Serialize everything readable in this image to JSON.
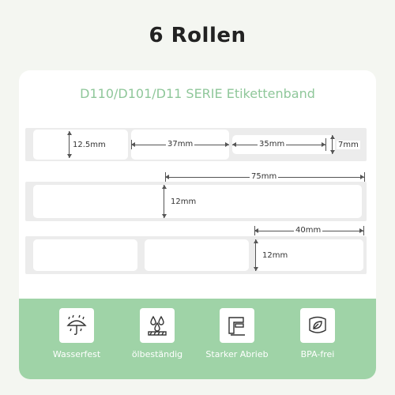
{
  "header": {
    "title": "6 Rollen"
  },
  "card": {
    "subtitle": "D110/D101/D11 SERIE Etikettenband"
  },
  "dimensions": {
    "row1_height": "12.5mm",
    "row1_label_width": "37mm",
    "row1_gap_width": "35mm",
    "row1_tape_height": "7mm",
    "row2_width": "75mm",
    "row2_height": "12mm",
    "row3_width": "40mm",
    "row3_height": "12mm"
  },
  "features": [
    {
      "icon": "umbrella-rain-icon",
      "label": "Wasserfest"
    },
    {
      "icon": "oil-drops-icon",
      "label": "ölbeständig"
    },
    {
      "icon": "scraper-icon",
      "label": "Starker Abrieb"
    },
    {
      "icon": "leaf-icon",
      "label": "BPA-frei"
    }
  ],
  "colors": {
    "accent_green": "#9fd3a7",
    "subtitle_green": "#8fc79a",
    "tape_gray": "#ececec"
  }
}
